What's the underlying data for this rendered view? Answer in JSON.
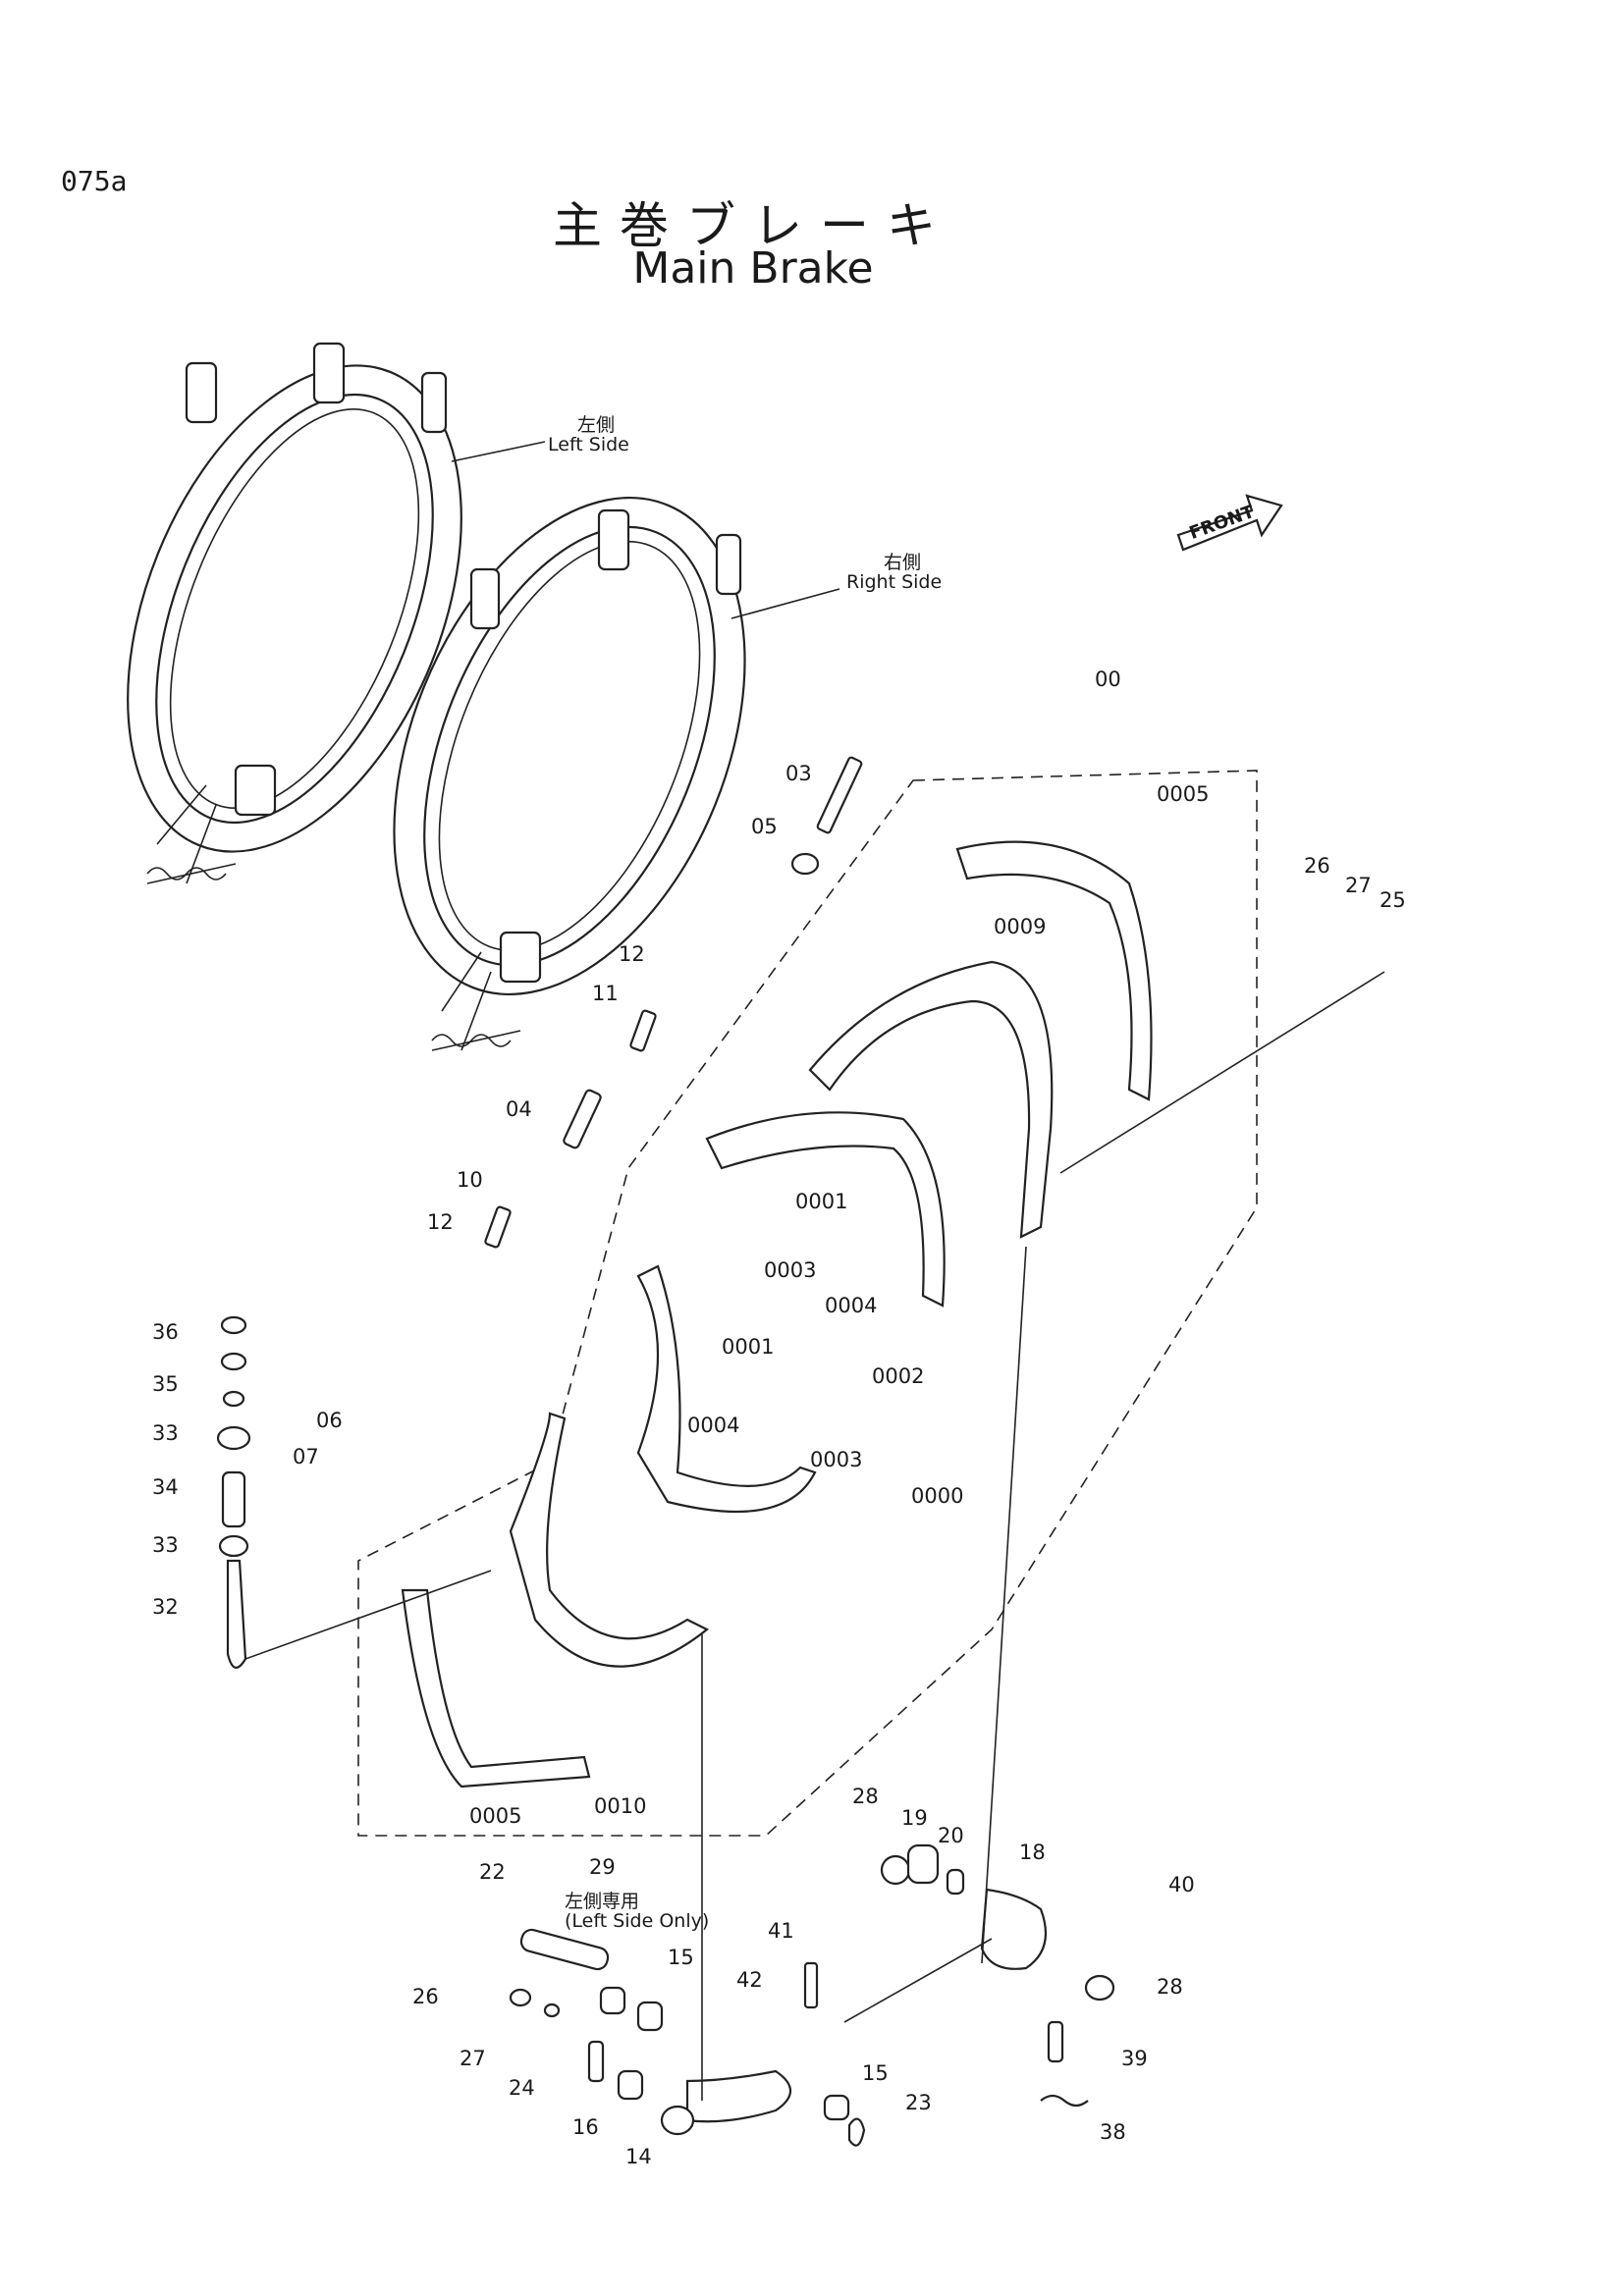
{
  "page": {
    "number": "075a"
  },
  "title": {
    "jp": "主巻ブレーキ",
    "en": "Main Brake"
  },
  "sides": {
    "left": {
      "jp": "左側",
      "en": "Left Side"
    },
    "right": {
      "jp": "右側",
      "en": "Right Side"
    }
  },
  "front_arrow": "FRONT",
  "note_29": {
    "number": "29",
    "jp": "左側専用",
    "en": "(Left Side Only)"
  },
  "callouts": [
    "00",
    "03",
    "05",
    "0005",
    "26",
    "27",
    "25",
    "0009",
    "12",
    "11",
    "04",
    "0001",
    "10",
    "12",
    "0003",
    "0004",
    "0002",
    "36",
    "35",
    "33",
    "34",
    "33",
    "32",
    "06",
    "07",
    "0001",
    "0004",
    "0003",
    "0000",
    "0005",
    "0010",
    "28",
    "19",
    "20",
    "18",
    "40",
    "22",
    "41",
    "15",
    "42",
    "28",
    "26",
    "27",
    "24",
    "16",
    "39",
    "15",
    "23",
    "14",
    "38"
  ],
  "colors": {
    "ink": "#222222",
    "paper": "#ffffff"
  }
}
